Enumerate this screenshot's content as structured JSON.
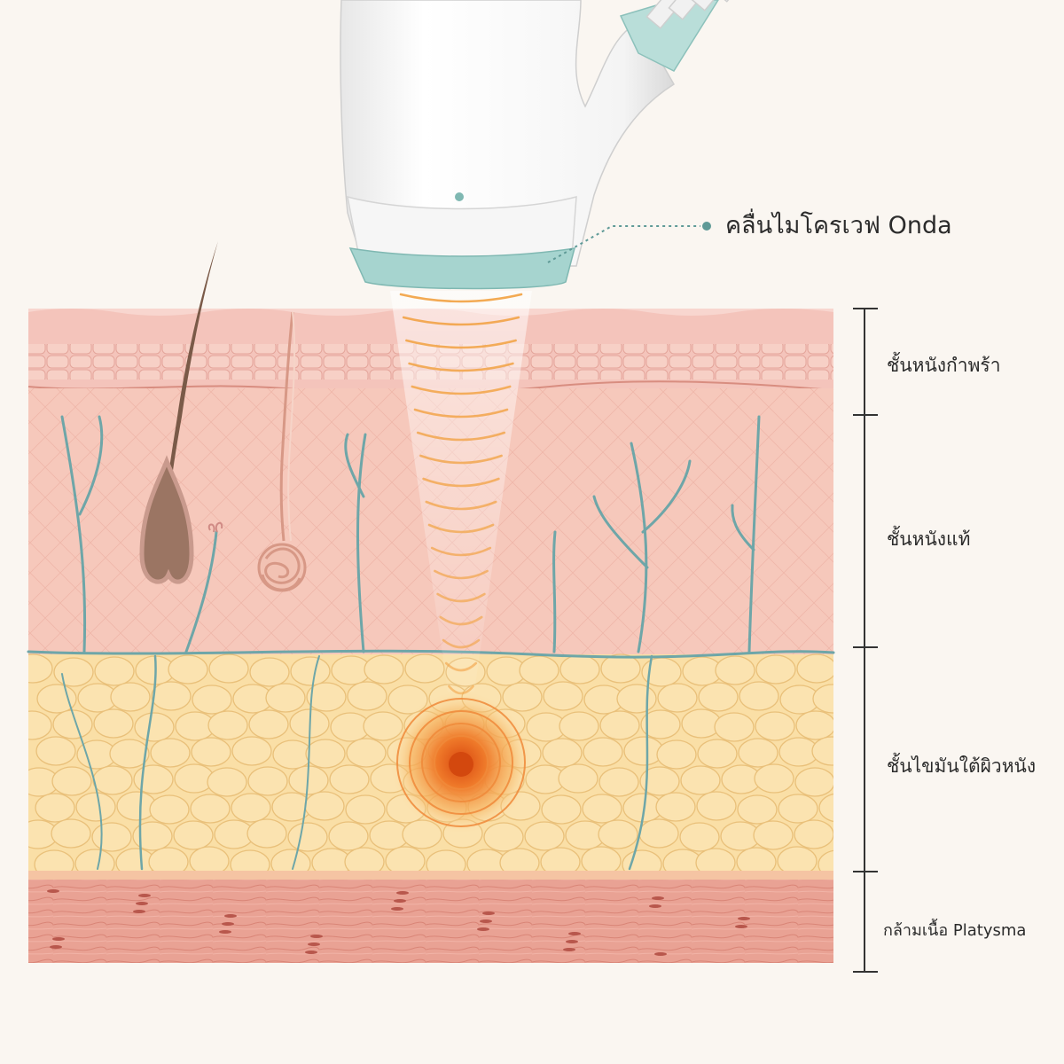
{
  "device": {
    "label": "คลื่นไมโครเวฟ Onda"
  },
  "layers": [
    {
      "id": "epidermis",
      "label": "ชั้นหนังกำพร้า"
    },
    {
      "id": "dermis",
      "label": "ชั้นหนังแท้"
    },
    {
      "id": "subcutaneous-fat",
      "label": "ชั้นไขมันใต้ผิวหนัง"
    },
    {
      "id": "platysma",
      "label": "กล้ามเนื้อ Platysma"
    }
  ],
  "colors": {
    "background": "#faf6f1",
    "epidermis": "#f4c4bb",
    "dermis": "#f6c8bb",
    "fat": "#fadfa6",
    "muscle": "#e9a294",
    "vessel": "#6ea6a8",
    "wave": "#f2a54a",
    "hotspot": "#e8641c",
    "device_accent": "#a6d4cf"
  }
}
